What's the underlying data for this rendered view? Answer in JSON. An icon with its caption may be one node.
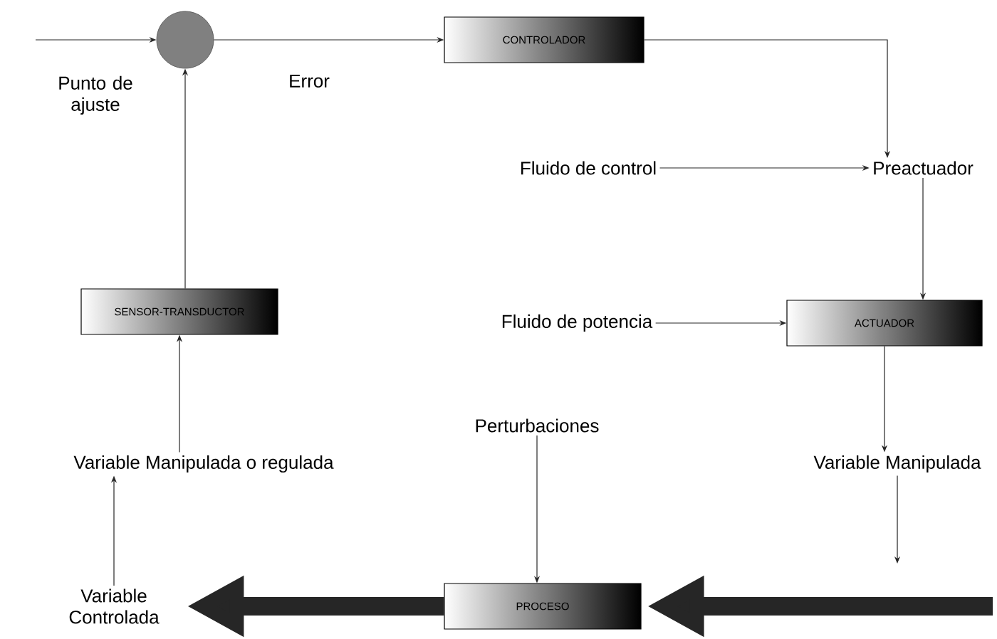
{
  "diagram": {
    "nodes": [
      {
        "text": [],
        "shape": "circle"
      },
      {
        "text": [
          "CONTROLADOR"
        ]
      },
      {
        "text": [
          "Preactuador"
        ]
      },
      {
        "text": [
          "Fluido de control"
        ]
      },
      {
        "text": [
          "Fluido de potencia"
        ]
      },
      {
        "text": [
          "ACTUADOR"
        ]
      },
      {
        "text": [
          "Variable Manipulada"
        ]
      },
      {
        "text": [
          "Perturbaciones"
        ]
      },
      {
        "text": [
          "PROCESO"
        ]
      },
      {
        "text": [
          "Variable Controlada"
        ]
      },
      {
        "text": [
          "Variable Manipulada o regulada"
        ]
      },
      {
        "text": [
          "SENSOR-TRANSDUCTOR"
        ]
      }
    ],
    "edges": [
      {
        "from": null,
        "to": 0,
        "arrow": "to",
        "label": "Punto de ajuste"
      },
      {
        "from": 0,
        "to": 1,
        "arrow": "to",
        "label": "Error"
      },
      {
        "from": 1,
        "to": 2,
        "arrow": "to"
      },
      {
        "from": 3,
        "to": 2,
        "arrow": "to"
      },
      {
        "from": 2,
        "to": 5,
        "arrow": "to"
      },
      {
        "from": 4,
        "to": 5,
        "arrow": "to"
      },
      {
        "from": 5,
        "to": 6,
        "arrow": "to"
      },
      {
        "from": 6,
        "to": null,
        "arrow": "to"
      },
      {
        "from": 7,
        "to": 8,
        "arrow": "to"
      },
      {
        "from": null,
        "to": 8,
        "arrow": "to",
        "style": "thick"
      },
      {
        "from": 8,
        "to": 9,
        "arrow": "to",
        "style": "thick"
      },
      {
        "from": 9,
        "to": 10,
        "arrow": "to"
      },
      {
        "from": 10,
        "to": 11,
        "arrow": "to"
      },
      {
        "from": 11,
        "to": 0,
        "arrow": "to"
      }
    ]
  }
}
